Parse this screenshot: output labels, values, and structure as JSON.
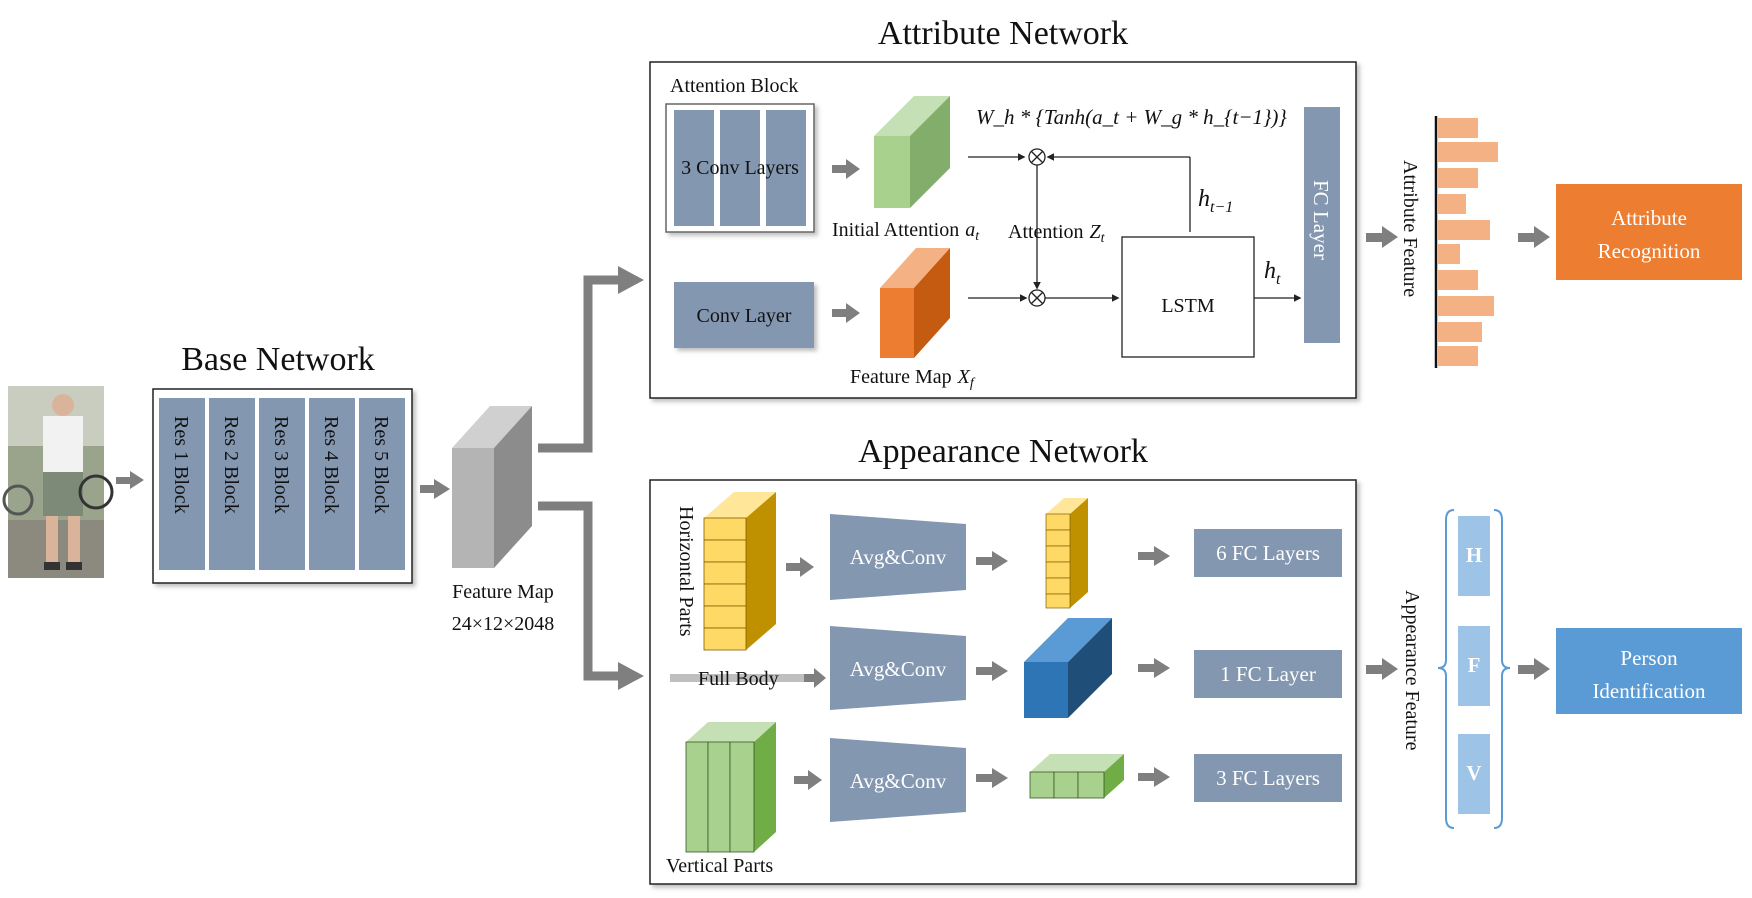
{
  "attribute_network": {
    "title": "Attribute Network",
    "attention_block": "Attention Block",
    "conv3": "3 Conv Layers",
    "conv_layer": "Conv Layer",
    "initial_attention": "Initial Attention",
    "initial_attention_sym": "a",
    "initial_attention_sub": "t",
    "attention": "Attention",
    "attention_sym": "Z",
    "attention_sub": "t",
    "feature_map": "Feature Map",
    "feature_map_sym": "X",
    "feature_map_sub": "f",
    "formula": "W_h * {Tanh(a_t + W_g * h_{t−1})}",
    "h_prev": "h",
    "h_prev_sub": "t−1",
    "h_t": "h",
    "h_t_sub": "t",
    "lstm": "LSTM",
    "fc_layer": "FC Layer",
    "attribute_feature": "Attribute Feature",
    "output_line1": "Attribute",
    "output_line2": "Recognition"
  },
  "base_network": {
    "title": "Base Network",
    "blocks": [
      "Res 1 Block",
      "Res 2 Block",
      "Res 3 Block",
      "Res 4 Block",
      "Res 5 Block"
    ],
    "feature_map": "Feature Map",
    "feature_dims": "24×12×2048"
  },
  "appearance_network": {
    "title": "Appearance Network",
    "horizontal_parts": "Horizontal Parts",
    "full_body": "Full Body",
    "vertical_parts": "Vertical Parts",
    "avg_conv": "Avg&Conv",
    "fc6": "6 FC Layers",
    "fc1": "1 FC Layer",
    "fc3": "3 FC Layers",
    "appearance_feature": "Appearance Feature",
    "bar_h": "H",
    "bar_f": "F",
    "bar_v": "V",
    "output_line1": "Person",
    "output_line2": "Identification"
  },
  "colors": {
    "slate": "#8497b0",
    "arrow": "#7f7f7f",
    "orange": "#ed7d31",
    "light_orange": "#f4b183",
    "blue_box": "#5b9bd5",
    "light_blue": "#9dc3e6",
    "green": "#a9d18e",
    "yellow": "#ffd966",
    "cube_blue": "#2e75b6"
  }
}
